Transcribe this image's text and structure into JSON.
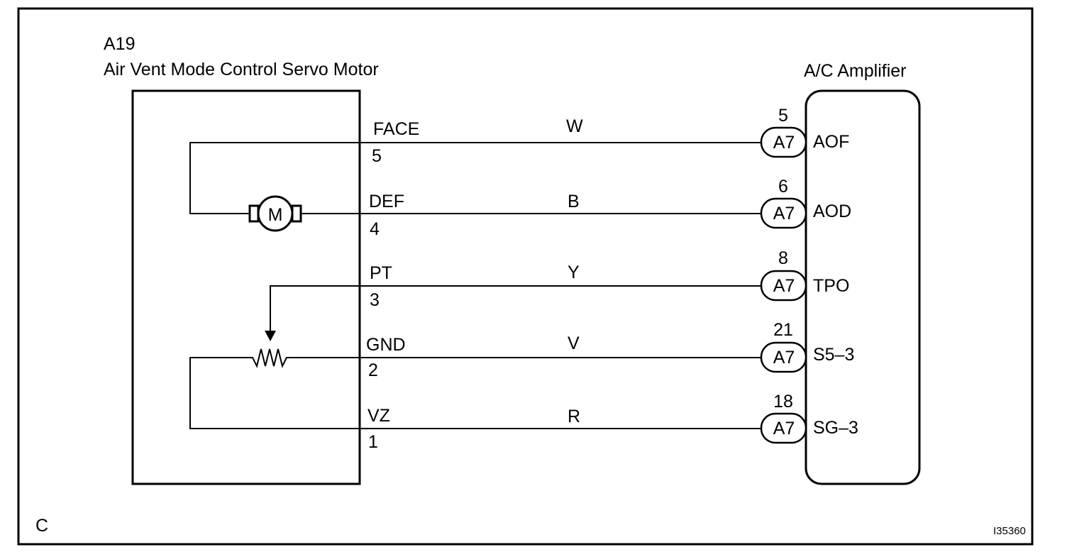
{
  "component": {
    "code": "A19",
    "name": "Air Vent Mode Control Servo Motor"
  },
  "amplifier": {
    "name": "A/C Amplifier"
  },
  "motor_symbol": "M",
  "connector": "A7",
  "wires": [
    {
      "signal": "FACE",
      "pin": "5",
      "color": "W",
      "amp_pin": "5",
      "terminal": "AOF"
    },
    {
      "signal": "DEF",
      "pin": "4",
      "color": "B",
      "amp_pin": "6",
      "terminal": "AOD"
    },
    {
      "signal": "PT",
      "pin": "3",
      "color": "Y",
      "amp_pin": "8",
      "terminal": "TPO"
    },
    {
      "signal": "GND",
      "pin": "2",
      "color": "V",
      "amp_pin": "21",
      "terminal": "S5–3"
    },
    {
      "signal": "VZ",
      "pin": "1",
      "color": "R",
      "amp_pin": "18",
      "terminal": "SG–3"
    }
  ],
  "footer": {
    "corner_letter": "C",
    "figure_id": "I35360"
  }
}
